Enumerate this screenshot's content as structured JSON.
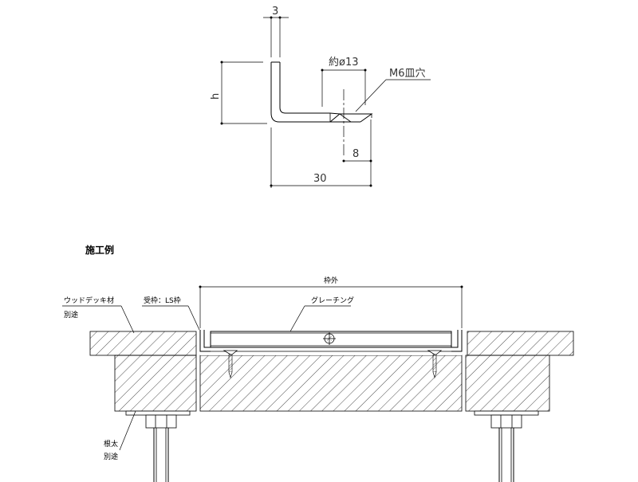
{
  "profile": {
    "thickness": "3",
    "height": "h",
    "hole_diameter": "約ø13",
    "hole_type": "M6皿穴",
    "offset": "8",
    "width": "30"
  },
  "section": {
    "title": "施工例",
    "frame_outer": "枠外",
    "wood_deck": "ウッドデッキ材",
    "wood_deck_note": "別途",
    "receiving_frame": "受枠：LS枠",
    "grating": "グレーチング",
    "joist": "根太",
    "joist_note": "別途"
  }
}
